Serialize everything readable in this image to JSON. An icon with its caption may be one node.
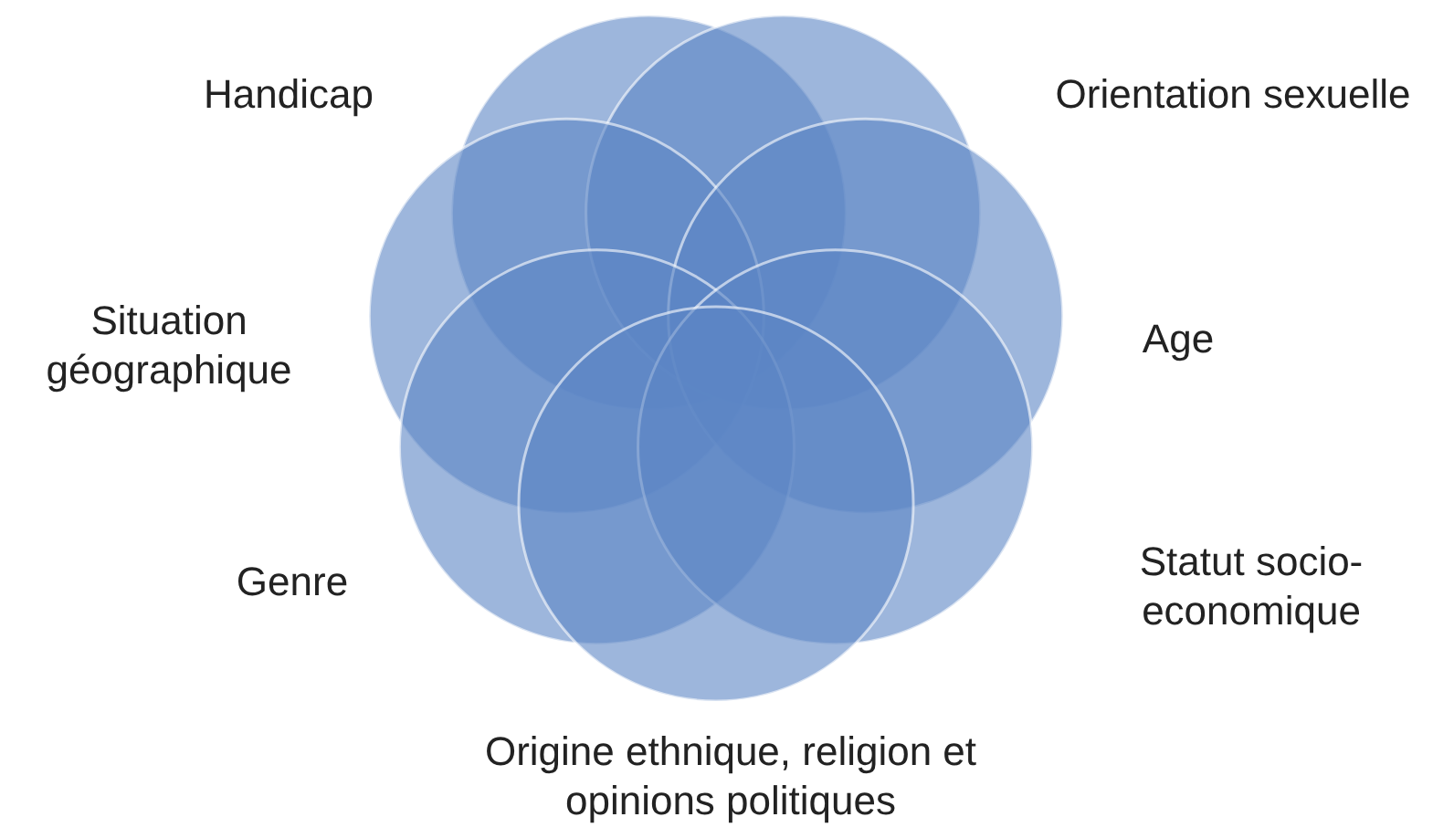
{
  "diagram": {
    "nodes": [
      {
        "text": [],
        "shape": "circle"
      },
      {
        "text": [],
        "shape": "circle"
      },
      {
        "text": [],
        "shape": "circle"
      },
      {
        "text": [],
        "shape": "circle"
      },
      {
        "text": [],
        "shape": "circle"
      },
      {
        "text": [],
        "shape": "circle"
      },
      {
        "text": [],
        "shape": "circle"
      }
    ],
    "labels": [
      "Handicap",
      "Orientation sexuelle",
      "Situation géographique",
      "Age",
      "Genre",
      "Statut socio-economique",
      "Origine ethnique, religion et opinions politiques"
    ]
  }
}
